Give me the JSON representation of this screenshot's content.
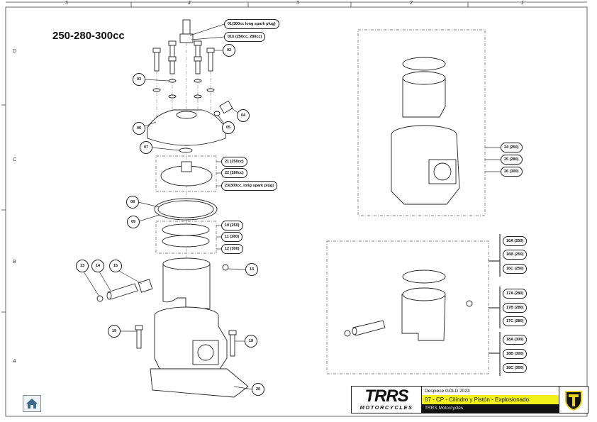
{
  "ruler": {
    "columns": [
      "5",
      "4",
      "3",
      "2",
      "1"
    ],
    "rows": [
      "D",
      "C",
      "B",
      "A"
    ]
  },
  "model_title": "250-280-300cc",
  "callouts_left": {
    "c01": "01(300cc long spark plug)",
    "c01b": "01b (250cc, 280cc)",
    "c02": "02",
    "c03": "03",
    "c04": "04",
    "c05": "05",
    "c06": "06",
    "c07": "07",
    "c21": "21 (250cc)",
    "c22": "22 (280cc)",
    "c23": "23(300cc, long spark plug)",
    "c08": "08",
    "c09": "09",
    "c10": "10 (250)",
    "c11": "11 (280)",
    "c12": "12 (300)",
    "c13a": "13",
    "c14": "14",
    "c15": "15",
    "c13b": "13",
    "c19a": "19",
    "c19b": "19",
    "c20": "20"
  },
  "callouts_right": {
    "c24": "24 (250)",
    "c25": "25 (280)",
    "c26": "26 (300)",
    "c16a": "16A (250)",
    "c16b": "16B (250)",
    "c16c": "16C (250)",
    "c17a": "17A (280)",
    "c17b": "17B (280)",
    "c17c": "17C (280)",
    "c18a": "18A (300)",
    "c18b": "18B (300)",
    "c18c": "18C (300)"
  },
  "title_block": {
    "logo_main": "TRRS",
    "logo_sub": "MOTORCYCLES",
    "line1": "Despiece GOLD 2024",
    "line2": "07 - CP - Cilindro y Pistón - Explosionado",
    "line3": "TRRS Motorcycles",
    "accent_color": "#f2f21a"
  },
  "home_icon": "home-icon"
}
